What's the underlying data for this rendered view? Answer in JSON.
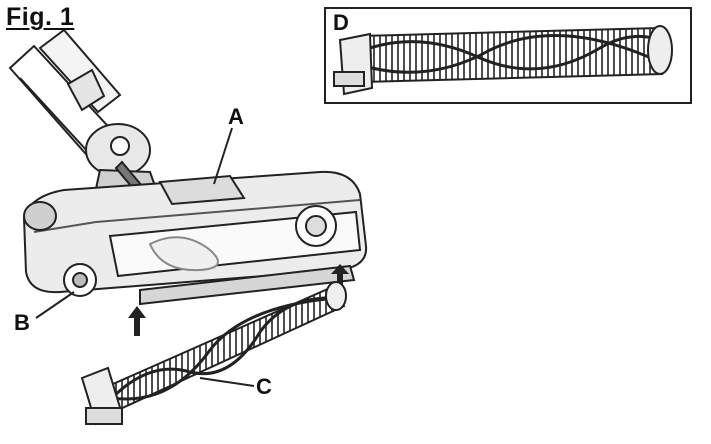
{
  "figure": {
    "title": "Fig. 1",
    "callouts": {
      "a": "A",
      "b": "B",
      "c": "C",
      "d": "D"
    }
  }
}
